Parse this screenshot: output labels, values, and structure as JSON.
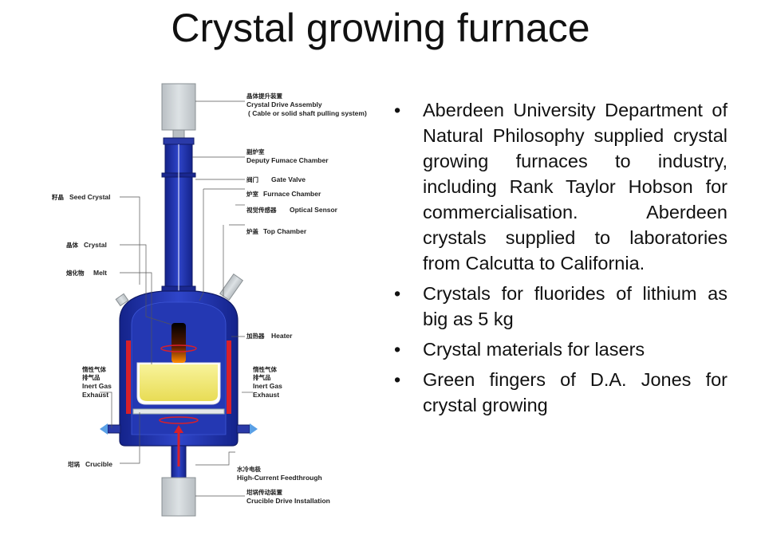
{
  "title": "Crystal growing furnace",
  "bullets": [
    "Aberdeen University Department of Natural Philosophy supplied crystal growing furnaces to industry, including Rank Taylor Hobson for commercialisation. Aberdeen crystals supplied to laboratories from Calcutta to California.",
    "Crystals for fluorides of lithium as big as 5 kg",
    "Crystal materials for lasers",
    "Green fingers of D.A. Jones for crystal growing"
  ],
  "bullet_glyph": "•",
  "diagram": {
    "labels": {
      "crystal_drive_cn": "晶体提升装置",
      "crystal_drive": "Crystal Drive Assembly",
      "crystal_drive_note": "( Cable or solid shaft pulling system)",
      "deputy_cn": "副炉室",
      "deputy": "Deputy Fumace Chamber",
      "gate_cn": "阀门",
      "gate": "Gate Valve",
      "furnace_cn": "炉室",
      "furnace": "Furnace Chamber",
      "optical_cn": "视觉传感器",
      "optical": "Optical Sensor",
      "top_cn": "炉盖",
      "top": "Top Chamber",
      "seed_cn": "籽晶",
      "seed": "Seed Crystal",
      "crystal_cn": "晶体",
      "crystal": "Crystal",
      "melt_cn": "熔化物",
      "melt": "Melt",
      "heater_cn": "加热器",
      "heater": "Heater",
      "inert_left_cn1": "惰性气体",
      "inert_left_cn2": "排气品",
      "inert_left1": "Inert Gas",
      "inert_left2": "Exhaust",
      "inert_right_cn1": "惰性气体",
      "inert_right_cn2": "排气品",
      "inert_right1": "Inert Gas",
      "inert_right2": "Exhaust",
      "crucible_cn": "坩埚",
      "crucible": "Crucible",
      "feed_cn": "水冷电极",
      "feed": "High-Current Feedthrough",
      "crucible_drive_cn": "坩埚传动装置",
      "crucible_drive": "Crucible Drive Installation"
    }
  },
  "colors": {
    "chamber_blue": "#1f2fa8",
    "melt_yellow": "#f3ea7a",
    "heater_red": "#d8202a",
    "drive_gray": "#c9cfd3"
  }
}
